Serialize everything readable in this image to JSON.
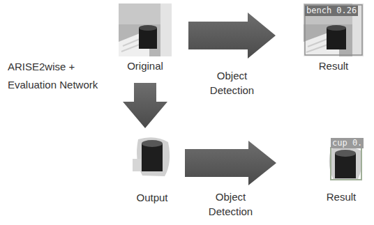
{
  "diagram": {
    "nodes": [
      {
        "text": [
          "Original"
        ]
      },
      {
        "text": [
          "Result"
        ]
      },
      {
        "text": [
          "Output"
        ]
      },
      {
        "text": [
          "Result"
        ]
      }
    ],
    "edges": [
      {
        "from": 0,
        "to": 1,
        "arrow": "to",
        "label": "Object Detection"
      },
      {
        "from": 0,
        "to": 2,
        "arrow": "to",
        "label": "ARISE2wise + Evaluation Network"
      },
      {
        "from": 2,
        "to": 3,
        "arrow": "to",
        "label": "Object Detection"
      }
    ],
    "labels": [
      "bench 0.26",
      "cup 0."
    ]
  }
}
